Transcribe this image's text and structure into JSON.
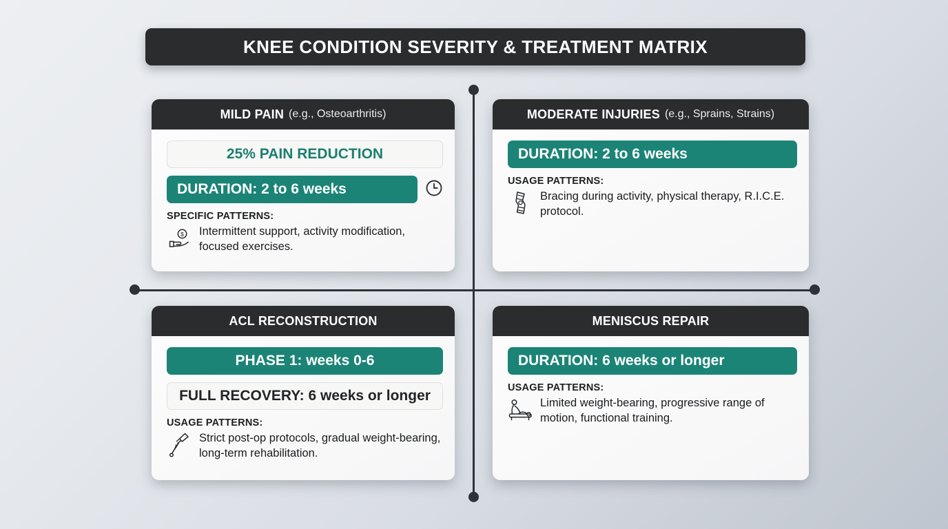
{
  "banner": {
    "title": "KNEE CONDITION SEVERITY & TREATMENT MATRIX"
  },
  "theme": {
    "accent_teal": "#1B8476",
    "accent_teal_text": "#1B7F70",
    "header_dark": "#2B2C2E",
    "card_bg": "#FAFAFA",
    "connector": "#2E3338",
    "background_from": "#EDEFF2",
    "background_to": "#BFC5CE"
  },
  "cards": [
    {
      "id": "mild-pain",
      "header_main": "MILD PAIN",
      "header_sub": "(e.g., Osteoarthritis)",
      "badges": [
        {
          "style": "light",
          "label": "25% PAIN REDUCTION",
          "icon": ""
        },
        {
          "style": "solid",
          "label": "DURATION: 2 to 6 weeks",
          "icon": "clock-icon"
        }
      ],
      "patterns_label": "SPECIFIC PATTERNS:",
      "patterns_icon": "hand-coin-icon",
      "patterns_text": "Intermittent support, activity modification, focused exercises."
    },
    {
      "id": "moderate-injuries",
      "header_main": "MODERATE INJURIES",
      "header_sub": "(e.g., Sprains, Strains)",
      "badges": [
        {
          "style": "solid",
          "label": "DURATION: 2 to 6 weeks",
          "icon": ""
        }
      ],
      "patterns_label": "USAGE PATTERNS:",
      "patterns_icon": "knee-brace-icon",
      "patterns_text": "Bracing during activity, physical therapy, R.I.C.E. protocol."
    },
    {
      "id": "acl-reconstruction",
      "header_main": "ACL RECONSTRUCTION",
      "header_sub": "",
      "badges": [
        {
          "style": "solid",
          "label": "PHASE 1: weeks 0-6",
          "icon": ""
        },
        {
          "style": "light-dark-text",
          "label": "FULL RECOVERY: 6 weeks or longer",
          "icon": ""
        }
      ],
      "patterns_label": "USAGE PATTERNS:",
      "patterns_icon": "crutch-icon",
      "patterns_text": "Strict post-op protocols, gradual weight-bearing, long-term rehabilitation."
    },
    {
      "id": "meniscus-repair",
      "header_main": "MENISCUS REPAIR",
      "header_sub": "",
      "badges": [
        {
          "style": "solid",
          "label": "DURATION: 6 weeks or longer",
          "icon": ""
        }
      ],
      "patterns_label": "USAGE PATTERNS:",
      "patterns_icon": "physical-therapy-icon",
      "patterns_text": "Limited weight-bearing, progressive range of motion, functional training."
    }
  ],
  "connectors": {
    "dots": [
      "top",
      "bottom",
      "left",
      "right"
    ]
  }
}
